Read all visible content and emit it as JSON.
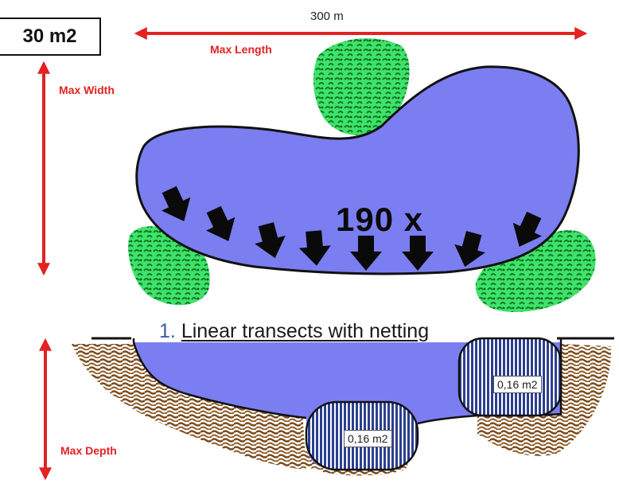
{
  "area_label": "30 m2",
  "length": {
    "distance": "300 m",
    "label": "Max Length"
  },
  "width_label": "Max Width",
  "depth_label": "Max Depth",
  "transect_count": "190 x",
  "method": {
    "number": "1.",
    "text": "Linear transects with netting"
  },
  "samples": [
    {
      "area": "0,16 m2"
    },
    {
      "area": "0,16 m2"
    }
  ],
  "colors": {
    "water": "#7b7ef0",
    "arrows_red": "#e32222",
    "vegetation_light": "#3ee36a",
    "vegetation_dark": "#137a2a",
    "soil": "#7b4a1c",
    "sample_stripes": "#2c3f8e"
  },
  "icons": [
    "down-arrow-icon",
    "vegetation-icon",
    "soil-texture-icon"
  ]
}
